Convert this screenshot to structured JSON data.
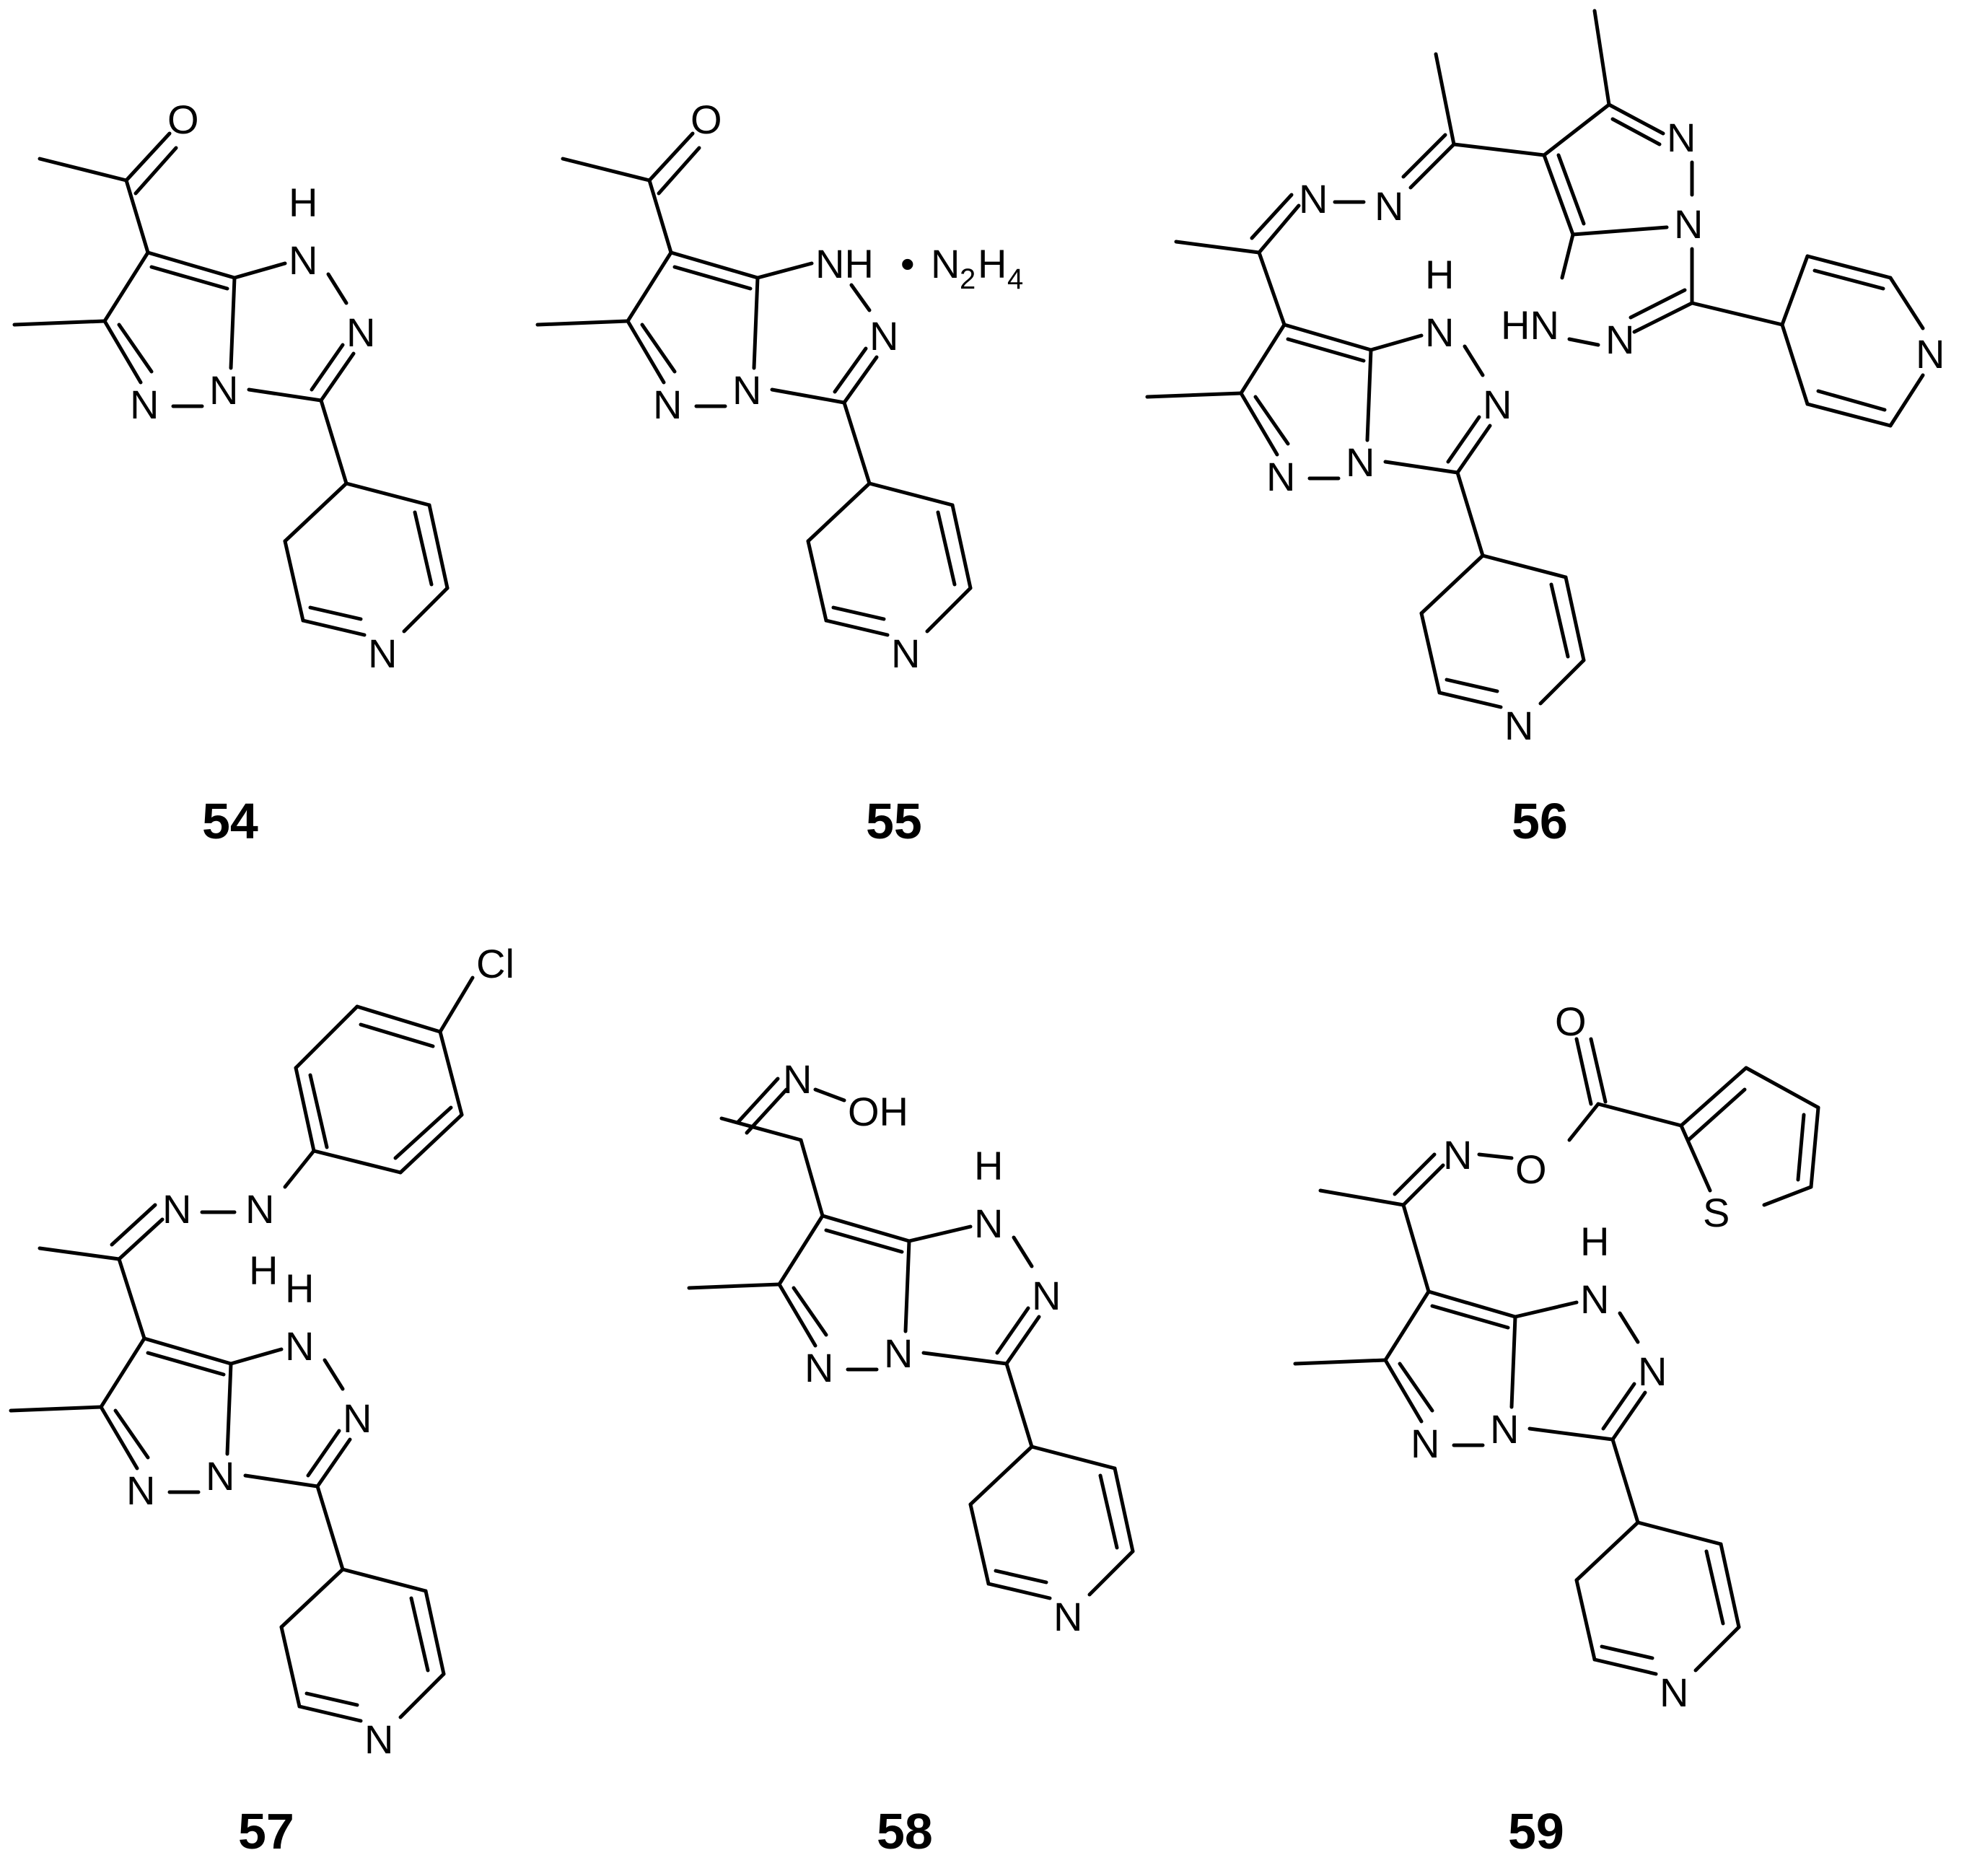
{
  "compounds": [
    {
      "id": "c54",
      "number": "54"
    },
    {
      "id": "c55",
      "number": "55",
      "adduct": "NH•N2H4"
    },
    {
      "id": "c56",
      "number": "56"
    },
    {
      "id": "c57",
      "number": "57"
    },
    {
      "id": "c58",
      "number": "58"
    },
    {
      "id": "c59",
      "number": "59"
    }
  ],
  "atom_labels": {
    "O": "O",
    "N": "N",
    "H": "H",
    "NH": "NH",
    "HN": "HN",
    "Cl": "Cl",
    "S": "S",
    "OH": "OH",
    "adduct_dot": "•",
    "two": "2",
    "four": "4"
  }
}
